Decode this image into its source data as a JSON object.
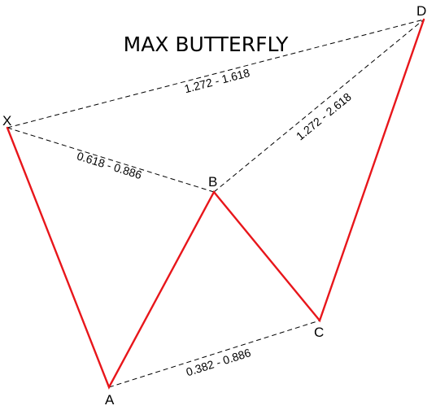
{
  "title": "MAX BUTTERFLY",
  "points": {
    "X": {
      "label": "X"
    },
    "A": {
      "label": "A"
    },
    "B": {
      "label": "B"
    },
    "C": {
      "label": "C"
    },
    "D": {
      "label": "D"
    }
  },
  "ratios": {
    "xd": "1.272 - 1.618",
    "bd": "1.272 - 2.618",
    "xb": "0.618 - 0.886",
    "ac": "0.382 - 0.886"
  },
  "colors": {
    "legs": "#e8161b",
    "projections": "#000000"
  }
}
